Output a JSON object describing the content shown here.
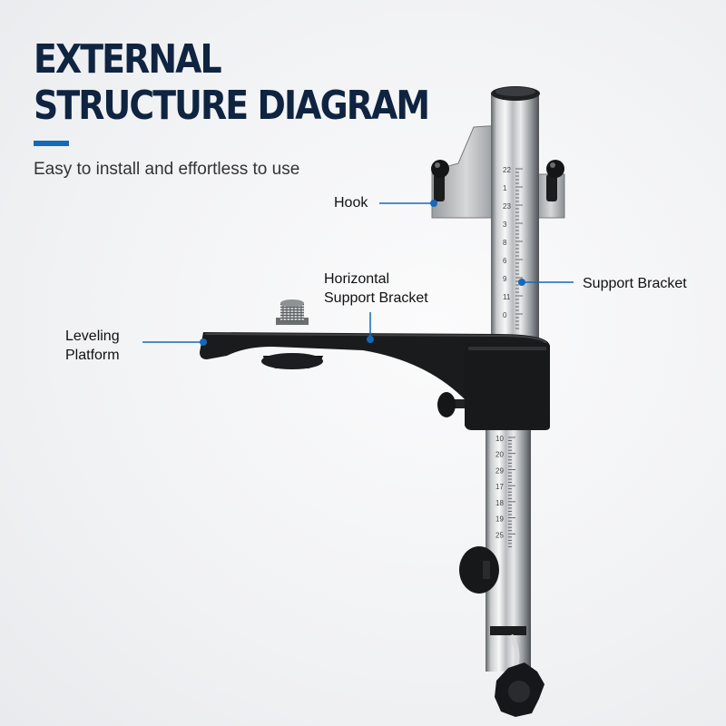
{
  "header": {
    "title_line1": "EXTERNAL",
    "title_line2": "STRUCTURE DIAGRAM",
    "subtitle": "Easy to install and effortless to use"
  },
  "callouts": {
    "hook": "Hook",
    "horizontal_support_bracket_line1": "Horizontal",
    "horizontal_support_bracket_line2": "Support Bracket",
    "support_bracket": "Support Bracket",
    "leveling_platform_line1": "Leveling",
    "leveling_platform_line2": "Platform"
  },
  "scale_upper": [
    "22",
    "1",
    "23",
    "3",
    "8",
    "6",
    "9",
    "11",
    "0"
  ],
  "scale_lower": [
    "10",
    "20",
    "29",
    "17",
    "18",
    "19",
    "25"
  ],
  "colors": {
    "title": "#0f2440",
    "accent": "#1668b8",
    "leader_line": "#1668b8"
  }
}
